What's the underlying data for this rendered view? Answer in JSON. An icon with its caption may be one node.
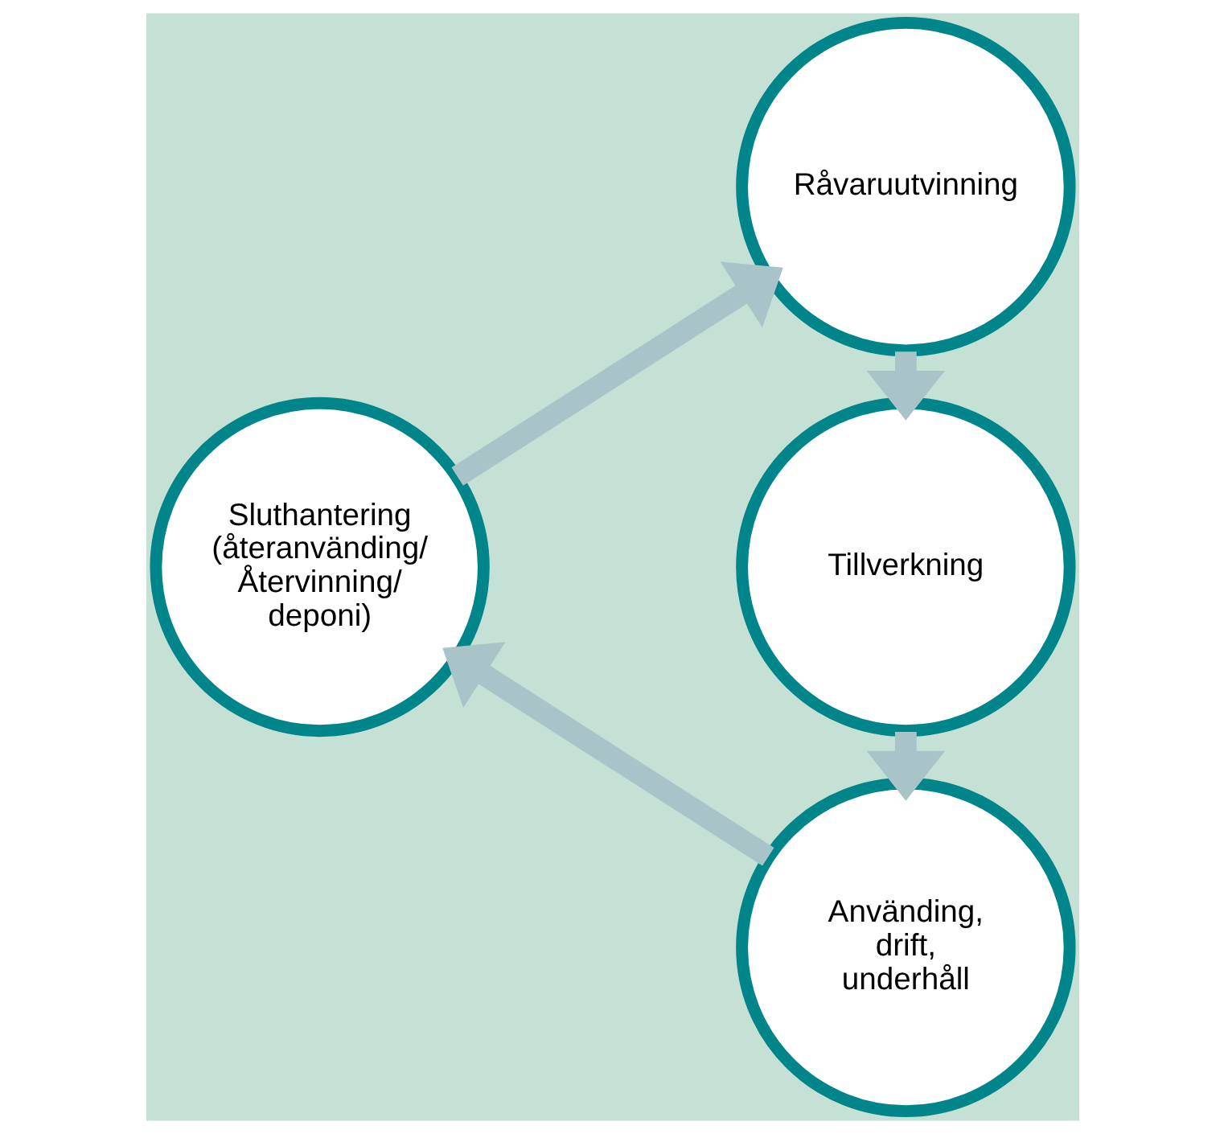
{
  "diagram": {
    "nodes": [
      {
        "text": [
          "Råvaruutvinning"
        ]
      },
      {
        "text": [
          "Tillverkning"
        ]
      },
      {
        "text": [
          "Använding, drift, underhåll"
        ]
      },
      {
        "text": [
          "Sluthantering (återanvänding/ Återvinning/ deponi)"
        ]
      }
    ],
    "edges": [
      {
        "from": 0,
        "to": 1,
        "arrow": "to"
      },
      {
        "from": 1,
        "to": 2,
        "arrow": "to"
      },
      {
        "from": 2,
        "to": 3,
        "arrow": "to"
      },
      {
        "from": 3,
        "to": 0,
        "arrow": "to"
      }
    ]
  }
}
